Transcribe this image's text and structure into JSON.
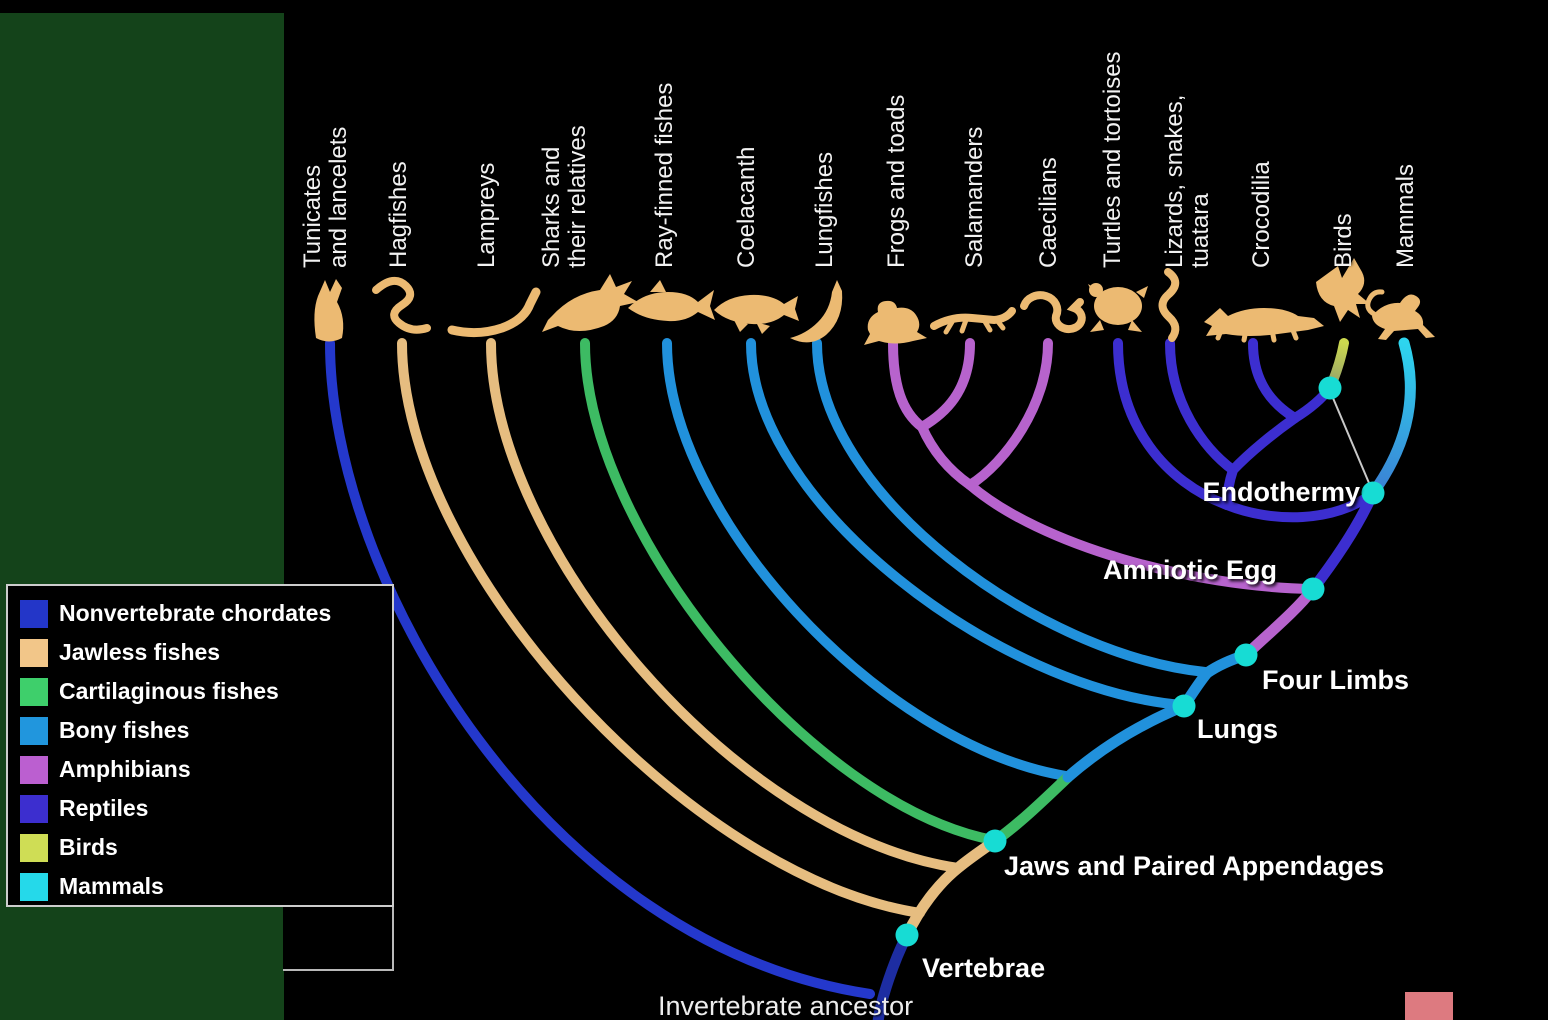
{
  "taxa": [
    {
      "label": "Tunicates\nand lancelets",
      "icon": "tunicate-icon"
    },
    {
      "label": "Hagfishes",
      "icon": "hagfish-icon"
    },
    {
      "label": "Lampreys",
      "icon": "lamprey-icon"
    },
    {
      "label": "Sharks and\ntheir relatives",
      "icon": "shark-icon"
    },
    {
      "label": "Ray-finned fishes",
      "icon": "ray-finned-fish-icon"
    },
    {
      "label": "Coelacanth",
      "icon": "coelacanth-icon"
    },
    {
      "label": "Lungfishes",
      "icon": "lungfish-icon"
    },
    {
      "label": "Frogs and toads",
      "icon": "frog-icon"
    },
    {
      "label": "Salamanders",
      "icon": "salamander-icon"
    },
    {
      "label": "Caecilians",
      "icon": "caecilian-icon"
    },
    {
      "label": "Turtles and tortoises",
      "icon": "turtle-icon"
    },
    {
      "label": "Lizards, snakes,\ntuatara",
      "icon": "snake-icon"
    },
    {
      "label": "Crocodilia",
      "icon": "crocodile-icon"
    },
    {
      "label": "Birds",
      "icon": "bird-icon"
    },
    {
      "label": "Mammals",
      "icon": "monkey-icon"
    }
  ],
  "nodes": {
    "endothermy": "Endothermy",
    "amniotic_egg": "Amniotic Egg",
    "four_limbs": "Four Limbs",
    "lungs": "Lungs",
    "jaws": "Jaws and Paired Appendages",
    "vertebrae": "Vertebrae"
  },
  "root_label": "Invertebrate ancestor",
  "legend": {
    "items": [
      {
        "label": "Nonvertebrate chordates",
        "color": "#2336c8"
      },
      {
        "label": "Jawless fishes",
        "color": "#f2c689"
      },
      {
        "label": "Cartilaginous fishes",
        "color": "#3ecf6b"
      },
      {
        "label": "Bony fishes",
        "color": "#2196dd"
      },
      {
        "label": "Amphibians",
        "color": "#bb5fd0"
      },
      {
        "label": "Reptiles",
        "color": "#3c2ecf"
      },
      {
        "label": "Birds",
        "color": "#cfdd55"
      },
      {
        "label": "Mammals",
        "color": "#25d9ea"
      }
    ]
  },
  "colors": {
    "node_dot": "#17dcd4",
    "connector_line": "#c9c9c9",
    "sidebar_green": "#14431a",
    "corner_pink": "#dd7a80",
    "animal_silhouette_tan": "#ecba72"
  },
  "tree": {
    "root": "Invertebrate ancestor",
    "trait_nodes_in_order": [
      "Vertebrae",
      "Jaws and Paired Appendages",
      "Lungs",
      "Four Limbs",
      "Amniotic Egg",
      "Endothermy"
    ],
    "endothermy_linked_to_bird_lineage": true
  }
}
